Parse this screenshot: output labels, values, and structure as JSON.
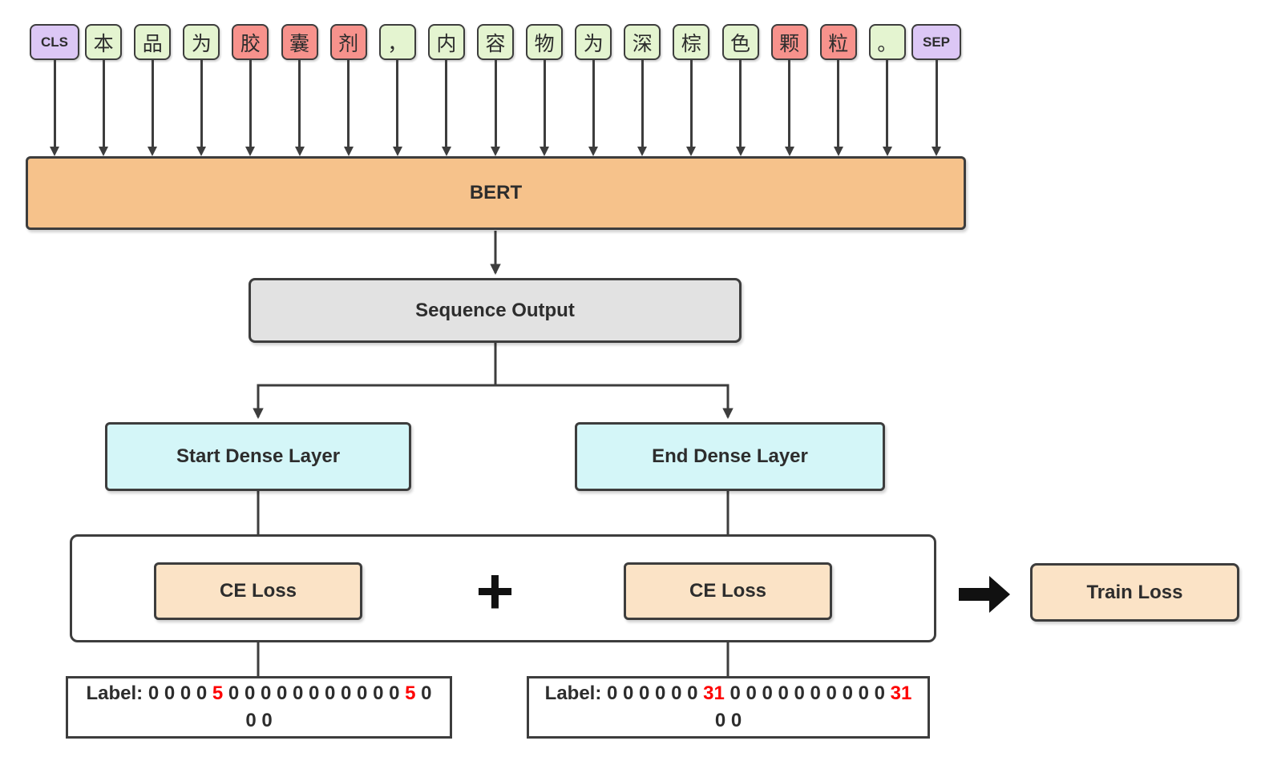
{
  "tokens": [
    {
      "text": "CLS",
      "type": "special"
    },
    {
      "text": "本",
      "type": "normal"
    },
    {
      "text": "品",
      "type": "normal"
    },
    {
      "text": "为",
      "type": "normal"
    },
    {
      "text": "胶",
      "type": "entity"
    },
    {
      "text": "囊",
      "type": "entity"
    },
    {
      "text": "剂",
      "type": "entity"
    },
    {
      "text": "，",
      "type": "normal"
    },
    {
      "text": "内",
      "type": "normal"
    },
    {
      "text": "容",
      "type": "normal"
    },
    {
      "text": "物",
      "type": "normal"
    },
    {
      "text": "为",
      "type": "normal"
    },
    {
      "text": "深",
      "type": "normal"
    },
    {
      "text": "棕",
      "type": "normal"
    },
    {
      "text": "色",
      "type": "normal"
    },
    {
      "text": "颗",
      "type": "entity"
    },
    {
      "text": "粒",
      "type": "entity"
    },
    {
      "text": "。",
      "type": "normal"
    },
    {
      "text": "SEP",
      "type": "special"
    }
  ],
  "nodes": {
    "bert": {
      "label": "BERT"
    },
    "sequence_output": {
      "label": "Sequence Output"
    },
    "start_dense": {
      "label": "Start Dense Layer"
    },
    "end_dense": {
      "label": "End Dense Layer"
    },
    "start_ce_loss": {
      "label": "CE Loss"
    },
    "end_ce_loss": {
      "label": "CE Loss"
    },
    "train_loss": {
      "label": "Train Loss"
    }
  },
  "operators": {
    "plus": "+",
    "merge_arrow_icon": "right-block-arrow"
  },
  "labels": {
    "start_label": {
      "line1": [
        {
          "text": "Label: 0 0 0 0 ",
          "highlight": false
        },
        {
          "text": "5",
          "highlight": true
        },
        {
          "text": " 0 0 0 0 0 0 0 0 0 0 0 ",
          "highlight": false
        },
        {
          "text": "5",
          "highlight": true
        },
        {
          "text": " 0",
          "highlight": false
        }
      ],
      "line2": "0 0"
    },
    "end_label": {
      "line1": [
        {
          "text": "Label: 0 0 0 0 0 0 ",
          "highlight": false
        },
        {
          "text": "31",
          "highlight": true
        },
        {
          "text": " 0 0 0 0 0 0 0 0 0 0 ",
          "highlight": false
        },
        {
          "text": "31",
          "highlight": true
        }
      ],
      "line2": "0 0"
    }
  },
  "colors": {
    "border": "#3d3d3d",
    "special_token_bg": "#dcc7f5",
    "normal_token_bg": "#e4f4d0",
    "entity_token_bg": "#f7928c",
    "bert_bg": "#f6c28b",
    "sequence_output_bg": "#e2e2e2",
    "dense_bg": "#d4f6f8",
    "loss_bg": "#fbe3c6",
    "highlight_text": "#fe0000"
  }
}
